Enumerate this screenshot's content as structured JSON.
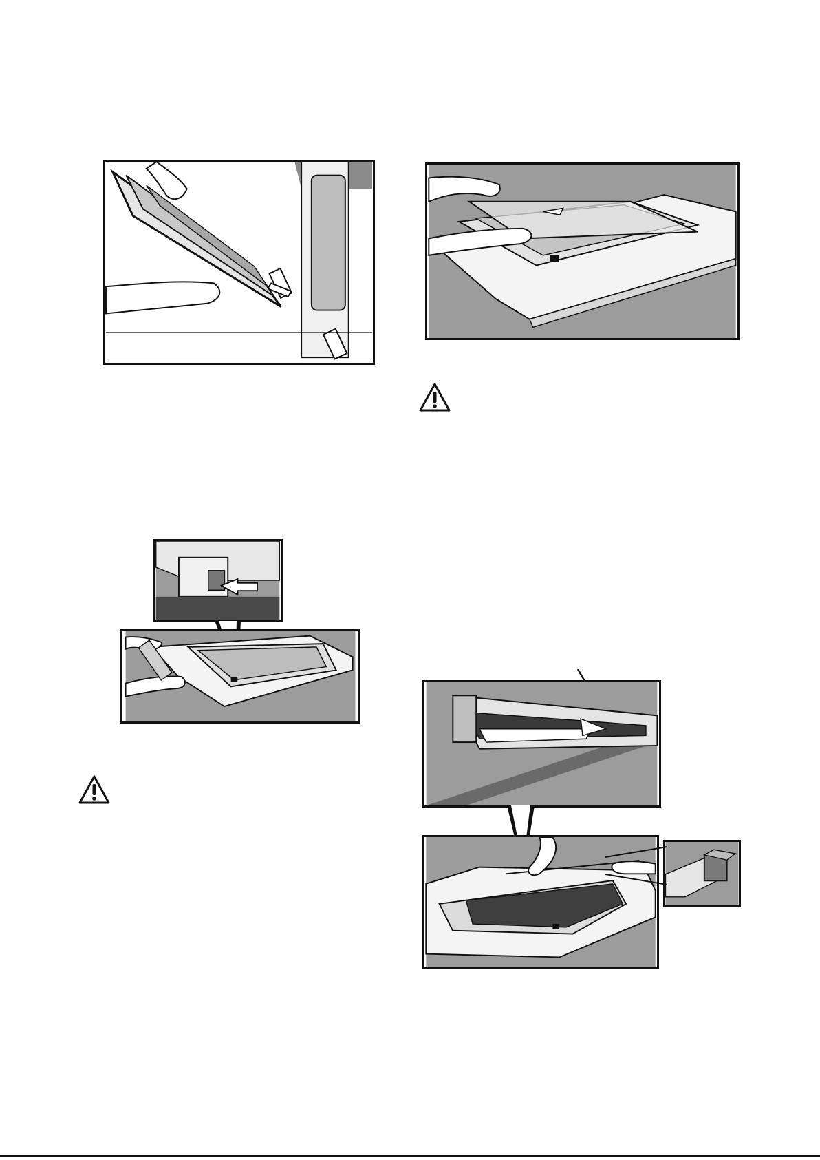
{
  "colors": {
    "frame": "#111111",
    "background_gray": "#a0a0a0",
    "dark_gray": "#4a4a4a",
    "panel_white": "#f4f4f4"
  },
  "figures": [
    {
      "id": "fig-1",
      "subject": "mounting-glass-panel-on-oven-door"
    },
    {
      "id": "fig-2",
      "subject": "sliding-glass-panel-into-door-frame"
    },
    {
      "id": "fig-3",
      "subject": "inserting-clip-into-door-slot-detail"
    },
    {
      "id": "fig-4",
      "subject": "door-frame-retaining-bar-detail"
    }
  ],
  "warnings": [
    {
      "icon": "warning-triangle-icon"
    },
    {
      "icon": "warning-triangle-icon"
    }
  ],
  "page_mark": ""
}
